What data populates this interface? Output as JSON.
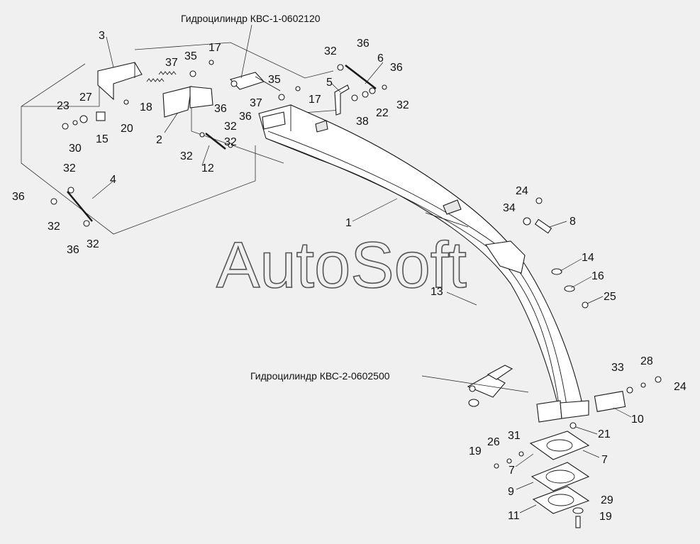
{
  "callouts": {
    "cylinder_1": "Гидроцилиндр КВС-1-0602120",
    "cylinder_2": "Гидроцилиндр КВС-2-0602500"
  },
  "watermark": "AutoSoft",
  "labels": {
    "l_1": "1",
    "l_2": "2",
    "l_3": "3",
    "l_4": "4",
    "l_5": "5",
    "l_6": "6",
    "l_7a": "7",
    "l_7b": "7",
    "l_8": "8",
    "l_9": "9",
    "l_10": "10",
    "l_11": "11",
    "l_12": "12",
    "l_13": "13",
    "l_14": "14",
    "l_15": "15",
    "l_16": "16",
    "l_17a": "17",
    "l_17b": "17",
    "l_18": "18",
    "l_19a": "19",
    "l_19b": "19",
    "l_20": "20",
    "l_21": "21",
    "l_22": "22",
    "l_23": "23",
    "l_24a": "24",
    "l_24b": "24",
    "l_25": "25",
    "l_26": "26",
    "l_27": "27",
    "l_28": "28",
    "l_29": "29",
    "l_30": "30",
    "l_31": "31",
    "l_32a": "32",
    "l_32b": "32",
    "l_32c": "32",
    "l_32d": "32",
    "l_32e": "32",
    "l_32f": "32",
    "l_32g": "32",
    "l_32h": "32",
    "l_33": "33",
    "l_34": "34",
    "l_35a": "35",
    "l_35b": "35",
    "l_36a": "36",
    "l_36b": "36",
    "l_36c": "36",
    "l_36d": "36",
    "l_36e": "36",
    "l_36f": "36",
    "l_37a": "37",
    "l_37b": "37",
    "l_38": "38"
  }
}
